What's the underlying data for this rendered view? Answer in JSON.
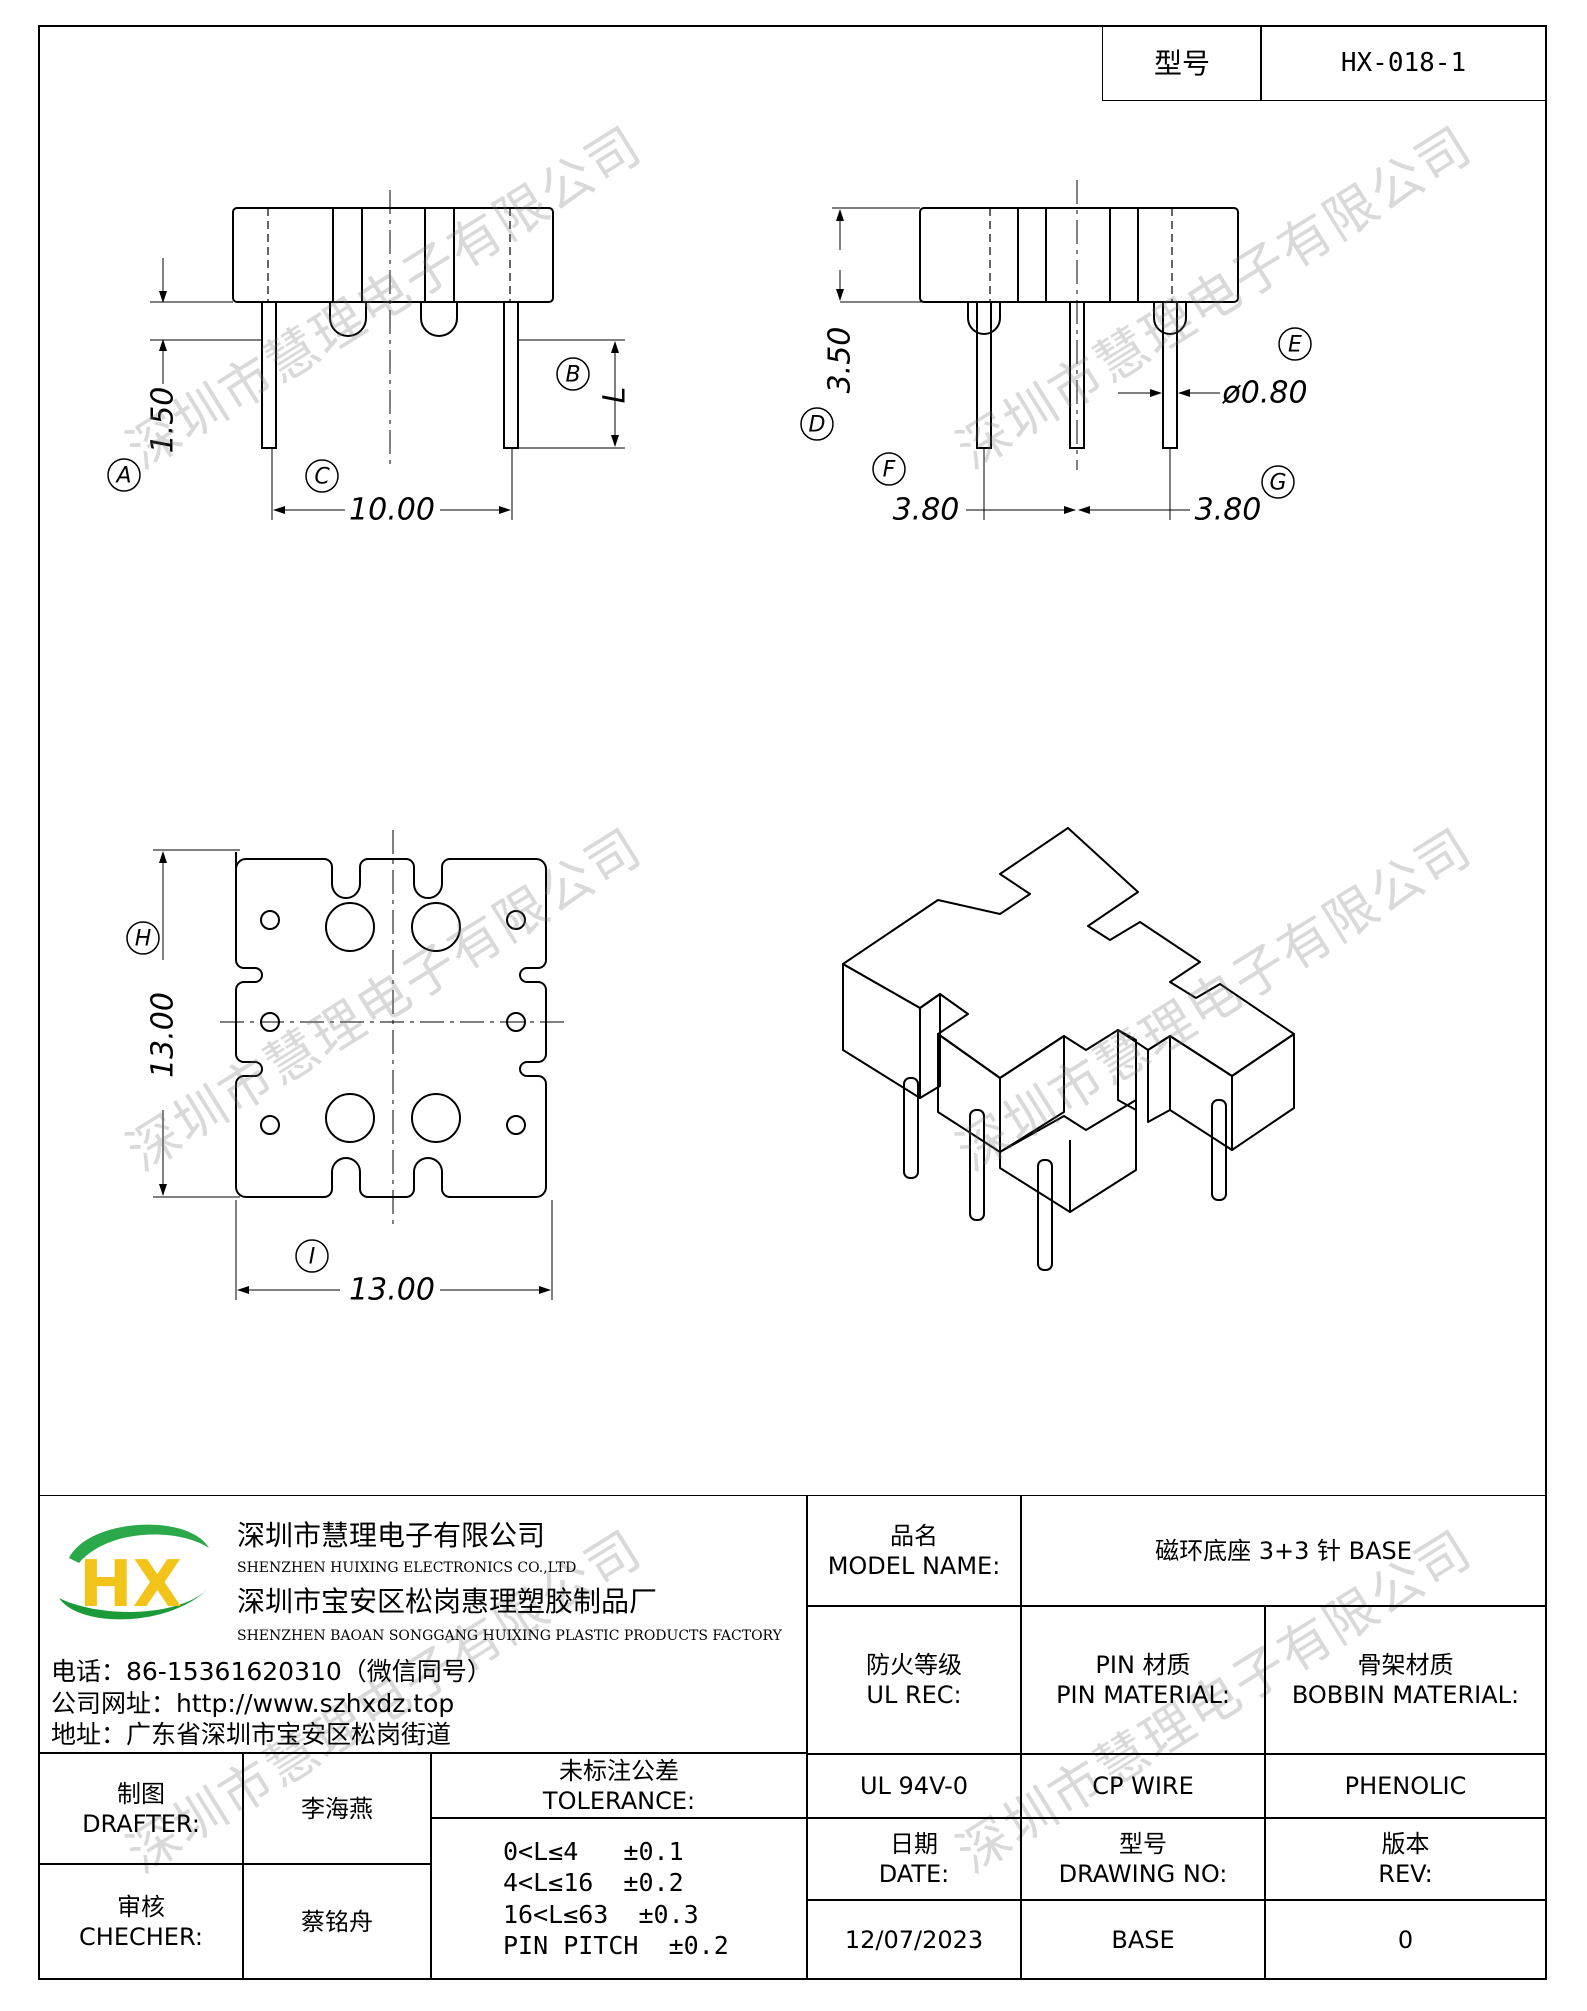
{
  "header": {
    "model_label": "型号",
    "model_value": "HX-018-1"
  },
  "drawing": {
    "labels": {
      "A": "A",
      "B": "B",
      "C": "C",
      "D": "D",
      "E": "E",
      "F": "F",
      "G": "G",
      "H": "H",
      "I": "I"
    },
    "dims": {
      "a_value": "1.50",
      "b_value": "L",
      "c_value": "10.00",
      "d_value": "3.50",
      "e_value": "ø0.80",
      "f_value": "3.80",
      "g_value": "3.80",
      "h_value": "13.00",
      "i_value": "13.00"
    }
  },
  "watermark": "深圳市慧理电子有限公司",
  "company": {
    "name_cn": "深圳市慧理电子有限公司",
    "name_en": "SHENZHEN HUIXING ELECTRONICS CO.,LTD",
    "factory_cn": "深圳市宝安区松岗惠理塑胶制品厂",
    "factory_en": "SHENZHEN BAOAN SONGGANG HUIXING PLASTIC PRODUCTS FACTORY",
    "phone": "电话：86-15361620310（微信同号）",
    "website": "公司网址：http://www.szhxdz.top",
    "address": "地址：广东省深圳市宝安区松岗街道",
    "logo_text": "HX",
    "logo_colors": {
      "h": "#f2c318",
      "x": "#1c9a3a",
      "swoosh": "#2aa84a"
    }
  },
  "title_block": {
    "model_name_cn": "品名",
    "model_name_en": "MODEL NAME:",
    "model_name_value": "磁环底座 3+3 针 BASE",
    "ul_cn": "防火等级",
    "ul_en": "UL REC:",
    "pin_cn": "PIN 材质",
    "pin_en": "PIN MATERIAL:",
    "bobbin_cn": "骨架材质",
    "bobbin_en": "BOBBIN MATERIAL:",
    "ul_value": "UL 94V-0",
    "pin_value": "CP WIRE",
    "bobbin_value": "PHENOLIC",
    "date_cn": "日期",
    "date_en": "DATE:",
    "drawing_no_cn": "型号",
    "drawing_no_en": "DRAWING NO:",
    "rev_cn": "版本",
    "rev_en": "REV:",
    "date_value": "12/07/2023",
    "drawing_no_value": "BASE",
    "rev_value": "0",
    "drafter_cn": "制图",
    "drafter_en": "DRAFTER:",
    "drafter_name": "李海燕",
    "checker_cn": "审核",
    "checker_en": "CHECHER:",
    "checker_name": "蔡铭舟",
    "tolerance_cn": "未标注公差",
    "tolerance_en": "TOLERANCE:",
    "tolerances": [
      "0<L≤4   ±0.1",
      "4<L≤16  ±0.2",
      "16<L≤63  ±0.3",
      "PIN PITCH  ±0.2"
    ]
  }
}
